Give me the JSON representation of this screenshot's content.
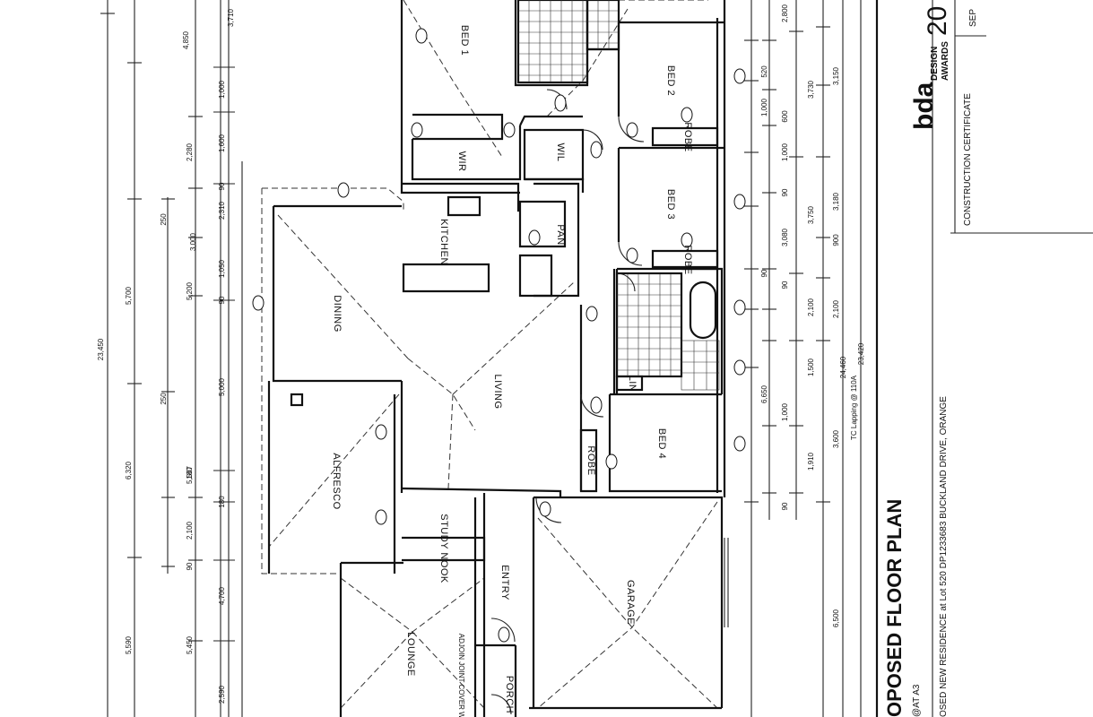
{
  "title_block": {
    "title": "OPOSED FLOOR PLAN",
    "scale": "@AT A3",
    "address": "OSED NEW RESIDENCE at Lot 520 DP1233683 BUCKLAND DRIVE, ORANGE",
    "certificate": "CONSTRUCTION CERTIFICATE",
    "logo_text": "bda",
    "awards_line1": "DESIGN",
    "awards_line2": "AWARDS",
    "awards_year": "20",
    "sheet_date": "SEP"
  },
  "rooms": {
    "bed1": "BED 1",
    "bed2": "BED 2",
    "bed3": "BED 3",
    "bed4": "BED 4",
    "wir": "WIR",
    "wil": "WIL",
    "robe2": "ROBE",
    "robe3": "ROBE",
    "robe4": "ROBE",
    "pan": "PAN",
    "kitchen": "KITCHEN",
    "dining": "DINING",
    "living": "LIVING",
    "alfresco": "ALFRESCO",
    "study_nook": "STUDY NOOK",
    "entry": "ENTRY",
    "garage": "GARAGE",
    "lounge": "LOUNGE",
    "porch": "PORCH",
    "lin": "LIN",
    "window_note": "ADJOIN JOINT COVER WINDOW"
  },
  "dimensions": {
    "overall_left": "23,450",
    "overall_right_a": "23,420",
    "overall_right_b": "24,460",
    "left_outer": [
      "3,710",
      "4,850",
      "2,280",
      "5,700",
      "6,320",
      "5,590"
    ],
    "left_mid": [
      "1,000",
      "1,600",
      "2,310",
      "5,200",
      "5,567",
      "2,100",
      "5,450"
    ],
    "left_inner": [
      "3,000",
      "1,050",
      "5,000",
      "4,700",
      "2,590"
    ],
    "left_small": [
      "250",
      "250",
      "180",
      "180",
      "90",
      "90",
      "90"
    ],
    "right_outer": [
      "2,800",
      "3,150",
      "3,180",
      "2,100",
      "6,500"
    ],
    "right_mid": [
      "3,730",
      "3,750",
      "2,100",
      "1,500",
      "3,600"
    ],
    "right_inner": [
      "1,000",
      "1,000",
      "3,080",
      "1,000",
      "6,650",
      "1,910"
    ],
    "right_small": [
      "520",
      "600",
      "90",
      "90",
      "90",
      "90",
      "900"
    ],
    "right_note": "TC Lapping @ 110A"
  }
}
